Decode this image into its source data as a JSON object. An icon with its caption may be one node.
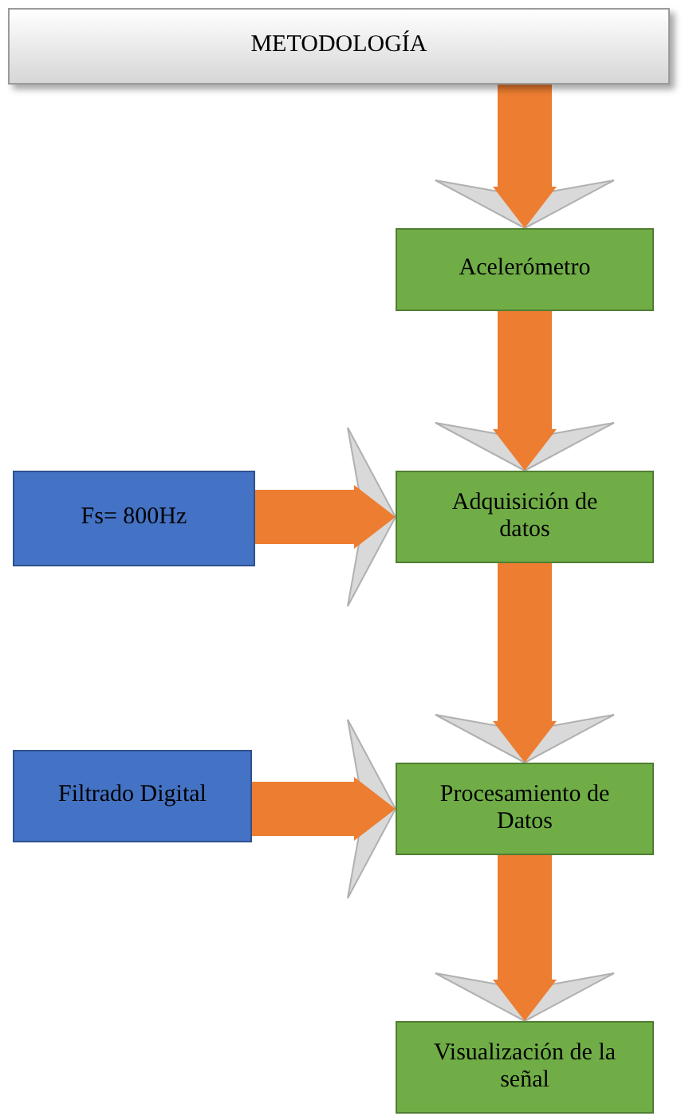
{
  "diagram": {
    "nodes": [
      {
        "text": [
          "METODOLOGÍA"
        ]
      },
      {
        "text": [
          "Acelerómetro"
        ]
      },
      {
        "text": [
          "Fs= 800Hz"
        ]
      },
      {
        "text": [
          "Adquisición de datos"
        ]
      },
      {
        "text": [
          "Filtrado Digital"
        ]
      },
      {
        "text": [
          "Procesamiento de Datos"
        ]
      },
      {
        "text": [
          "Visualización de la señal"
        ]
      }
    ],
    "edges": [
      {
        "from": 0,
        "to": 1,
        "arrow": "to"
      },
      {
        "from": 1,
        "to": 3,
        "arrow": "to"
      },
      {
        "from": 2,
        "to": 3,
        "arrow": "to"
      },
      {
        "from": 3,
        "to": 5,
        "arrow": "to"
      },
      {
        "from": 4,
        "to": 5,
        "arrow": "to"
      },
      {
        "from": 5,
        "to": 6,
        "arrow": "to"
      }
    ]
  }
}
